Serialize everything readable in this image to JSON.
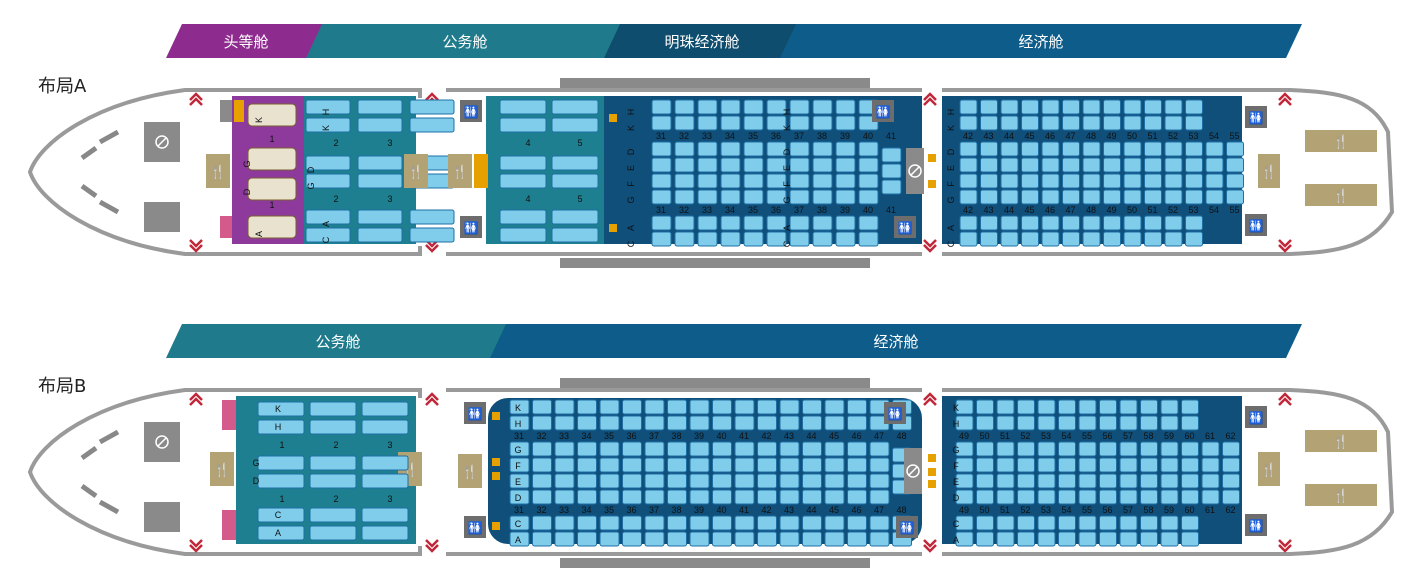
{
  "layout_a": {
    "label": "布局A",
    "cabins": [
      {
        "name": "头等舱",
        "color": "#8e2b8e"
      },
      {
        "name": "公务舱",
        "color": "#1f7a8c"
      },
      {
        "name": "明珠经济舱",
        "color": "#0e4d6e"
      },
      {
        "name": "经济舱",
        "color": "#0e5c8a"
      }
    ],
    "first_rows": [
      "1"
    ],
    "first_letters_top": [
      "K"
    ],
    "first_letters_mid": [
      "G",
      "D"
    ],
    "first_letters_bot": [
      "A"
    ],
    "biz_rows_front": [
      "2",
      "3"
    ],
    "biz_rows_rear": [
      "4",
      "5"
    ],
    "biz_letters_top": [
      "H",
      "K"
    ],
    "biz_letters_mid": [
      "D",
      "G"
    ],
    "biz_letters_bot": [
      "A",
      "C"
    ],
    "pearl_rows": [
      "31",
      "32",
      "33",
      "34",
      "35",
      "36",
      "37",
      "38",
      "39",
      "40",
      "41"
    ],
    "econ_rows": [
      "42",
      "43",
      "44",
      "45",
      "46",
      "47",
      "48",
      "49",
      "50",
      "51",
      "52",
      "53",
      "54",
      "55"
    ],
    "econ_letters_top": [
      "H",
      "K"
    ],
    "econ_letters_mid": [
      "D",
      "E",
      "F",
      "G"
    ],
    "econ_letters_bot": [
      "A",
      "C"
    ]
  },
  "layout_b": {
    "label": "布局B",
    "cabins": [
      {
        "name": "公务舱",
        "color": "#1f7a8c"
      },
      {
        "name": "经济舱",
        "color": "#0e5c8a"
      }
    ],
    "biz_rows": [
      "1",
      "2",
      "3"
    ],
    "biz_letters_top": [
      "K",
      "H"
    ],
    "biz_letters_mid": [
      "G",
      "D"
    ],
    "biz_letters_bot": [
      "C",
      "A"
    ],
    "econ_front_rows": [
      "31",
      "32",
      "33",
      "34",
      "35",
      "36",
      "37",
      "38",
      "39",
      "40",
      "41",
      "42",
      "43",
      "44",
      "45",
      "46",
      "47",
      "48"
    ],
    "econ_rear_rows": [
      "49",
      "50",
      "51",
      "52",
      "53",
      "54",
      "55",
      "56",
      "57",
      "58",
      "59",
      "60",
      "61",
      "62"
    ],
    "econ_letters_top": [
      "K",
      "H"
    ],
    "econ_letters_mid": [
      "G",
      "F",
      "E",
      "D"
    ],
    "econ_letters_bot": [
      "C",
      "A"
    ]
  },
  "colors": {
    "seat": "#7fcdea",
    "seat_border": "#1d6fa5",
    "cabin_floor": "#0f4f7a",
    "biz_floor": "#1d7f8f",
    "first_floor": "#8e3a9d",
    "lav": "#6d6d6d",
    "galley": "#b3a273",
    "exit": "#c0283a",
    "bassinet": "#e6a100"
  },
  "icons": [
    "lavatory-icon",
    "galley-icon",
    "exit-arrow-icon",
    "bassinet-icon",
    "no-entry-icon",
    "bar-icon"
  ]
}
